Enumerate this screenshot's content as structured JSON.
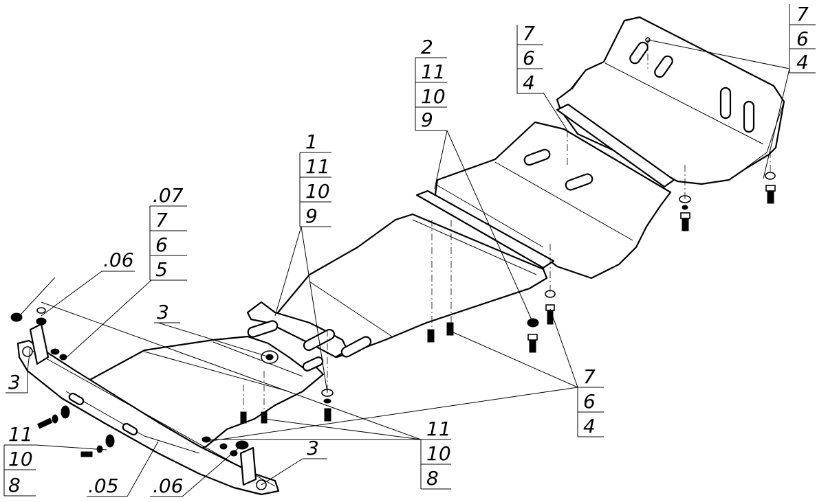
{
  "callouts": {
    "top_right": [
      "7",
      "6",
      "4"
    ],
    "upper_mid": [
      "7",
      "6",
      "4"
    ],
    "upper_center": [
      "2",
      "11",
      "10",
      "9"
    ],
    "center": [
      "1",
      "11",
      "10",
      "9"
    ],
    "left_upper": [
      ".07",
      "7",
      "6",
      "5"
    ],
    "left_06": ".06",
    "left_3": "3",
    "mid_3": "3",
    "bottom_left": [
      "11",
      "10",
      "8"
    ],
    "bottom_05": ".05",
    "bottom_06": ".06",
    "bottom_3": "3",
    "bottom_center": [
      "11",
      "10",
      "8"
    ],
    "right_mid": [
      "7",
      "6",
      "4"
    ]
  },
  "icons": [
    "bolt-icon",
    "washer-icon",
    "nut-icon"
  ]
}
